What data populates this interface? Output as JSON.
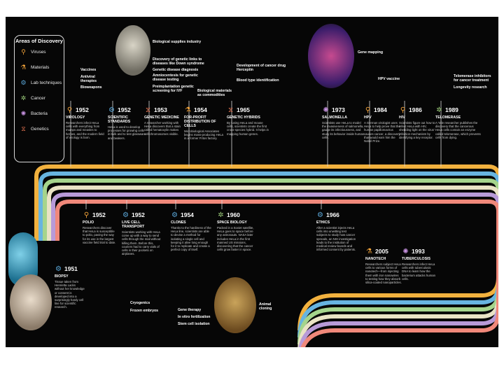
{
  "legend": {
    "title": "Areas of Discovery",
    "items": [
      {
        "label": "Viruses",
        "icon": "virus-icon",
        "color": "#f2a33a",
        "glyph": "⚲"
      },
      {
        "label": "Materials",
        "icon": "flask-icon",
        "color": "#f2a33a",
        "glyph": "⚗"
      },
      {
        "label": "Lab techniques",
        "icon": "microscope-icon",
        "color": "#5aa7d8",
        "glyph": "⚙"
      },
      {
        "label": "Cancer",
        "icon": "cell-icon",
        "color": "#9ccc7a",
        "glyph": "✲"
      },
      {
        "label": "Bacteria",
        "icon": "bacteria-icon",
        "color": "#c792e0",
        "glyph": "✺"
      },
      {
        "label": "Genetics",
        "icon": "dna-icon",
        "color": "#f07a55",
        "glyph": "⧖"
      }
    ]
  },
  "track_colors": [
    "#f2b13e",
    "#67b4e0",
    "#a5d48c",
    "#e9e3c5",
    "#b89ad8",
    "#f0887a"
  ],
  "events_top": [
    {
      "year": "1952",
      "title": "Virology",
      "text": "Researchers infect HeLa cells with everything from mumps and measles to herpes, and the modern field of virology is born.",
      "color": "#f2a33a",
      "glyph": "⚲",
      "icon": "virus-icon"
    },
    {
      "year": "1952",
      "title": "Scientific Standards",
      "text": "HeLa is used to develop processes for growing cells in bulk and to test glassware and beakers.",
      "color": "#5aa7d8",
      "glyph": "⚙",
      "icon": "microscope-icon"
    },
    {
      "year": "1953",
      "title": "Genetic Medicine",
      "text": "A researcher working with HeLa discovers that a stain called hematoxylin makes cell chromosomes visible.",
      "color": "#f07a55",
      "glyph": "⧖",
      "icon": "dna-icon"
    },
    {
      "year": "1954",
      "title": "For-Profit Distribution of Cells",
      "text": "Microbiological Associates begins mass-producing HeLa in a former Fritos factory.",
      "color": "#f2a33a",
      "glyph": "⚗",
      "icon": "flask-icon"
    },
    {
      "year": "1965",
      "title": "Genetic Hybrids",
      "text": "By fusing HeLa and mouse cells, scientists create the first cross-species hybrid. It helps in mapping human genes.",
      "color": "#f07a55",
      "glyph": "⧖",
      "icon": "dna-icon"
    },
    {
      "year": "1973",
      "title": "Salmonella",
      "text": "Scientists use HeLa to model the invasiveness of salmonella, gauge its infectiousness, and study its behavior inside human cells.",
      "color": "#c792e0",
      "glyph": "✺",
      "icon": "bacteria-icon"
    },
    {
      "year": "1984",
      "title": "HPV",
      "text": "A German virologist uses HeLa to help prove that the human papillomavirus causes cancer, a discovery that would earn him the Nobel Prize.",
      "color": "#f2a33a",
      "glyph": "⚲",
      "icon": "virus-icon"
    },
    {
      "year": "1986",
      "title": "HIV",
      "text": "Scientists figure out how to infect HeLa with HIV, shedding light on the virus' infection mechanism by identifying a key receptor.",
      "color": "#f2a33a",
      "glyph": "⚲",
      "icon": "virus-icon"
    },
    {
      "year": "1989",
      "title": "Telomerase",
      "text": "A Yale researcher publishes the discovery that the cancerous HeLa cells contain an enzyme called telomerase, which prevents cells from dying.",
      "color": "#9ccc7a",
      "glyph": "✲",
      "icon": "cell-icon"
    }
  ],
  "events_bottom": [
    {
      "year": "1951",
      "title": "Biopsy",
      "text": "Tissue taken from Henrietta Lacks without her knowledge or consent is developed into a surprisingly hardy cell line for scientific research.",
      "color": "#5aa7d8",
      "glyph": "⚙",
      "icon": "microscope-icon"
    },
    {
      "year": "1952",
      "title": "Polio",
      "text": "Researchers discover that HeLa is susceptible to polio, paving the way for its use in the largest vaccine field trial to date.",
      "color": "#f2a33a",
      "glyph": "⚲",
      "icon": "virus-icon"
    },
    {
      "year": "1952",
      "title": "Live Cell Transport",
      "text": "Scientists working with HeLa come up with a way to send cells through the mail without killing them. Before this, couriers had to carry vials of cells in their pockets on airplanes.",
      "color": "#5aa7d8",
      "glyph": "⚙",
      "icon": "microscope-icon"
    },
    {
      "year": "1954",
      "title": "Clones",
      "text": "Thanks to the hardiness of the HeLa line, scientists are able to devise a method for isolating a single cell and keeping it alive long enough for it to replicate and create a perfect copy of itself.",
      "color": "#5aa7d8",
      "glyph": "⚙",
      "icon": "microscope-icon"
    },
    {
      "year": "1960",
      "title": "Space Biology",
      "text": "Packed in a Soviet satellite, HeLa goes to space before any astronauts. NASA later includes HeLa in the first manned US missions, discovering that the cancer cells grow faster in space.",
      "color": "#9ccc7a",
      "glyph": "✲",
      "icon": "cell-icon"
    },
    {
      "year": "1966",
      "title": "Ethics",
      "text": "After a scientist injects HeLa cells into unwitting test subjects to study how cancer spreads, an NIH investigation leads to the institution of medical review boards and informed consent by patients.",
      "color": "#5aa7d8",
      "glyph": "⚙",
      "icon": "microscope-icon"
    },
    {
      "year": "2005",
      "title": "Nanotech",
      "text": "Researchers subject HeLa cells to various forms of nanotech—from injecting them with iron nanowires to testing how they absorb silica-coated nanoparticles.",
      "color": "#f2a33a",
      "glyph": "⚗",
      "icon": "flask-icon"
    },
    {
      "year": "1993",
      "title": "Tuberculosis",
      "text": "Researchers infect HeLa cells with tuberculosis DNA to learn how the bacterium attacks human cells.",
      "color": "#c792e0",
      "glyph": "✺",
      "icon": "bacteria-icon"
    }
  ],
  "annotations": {
    "vaccines": "Vaccines",
    "antiviral": "Antiviral therapies",
    "bioweapons": "Bioweapons",
    "bio_supplies": "Biological supplies industry",
    "genetic_links": "Discovery of genetic links to diseases like Down syndrome",
    "genetic_diagnosis": "Genetic disease diagnosis",
    "amniocentesis": "Amniocentesis for genetic disease testing",
    "preimplantation": "Preimplantation genetic screening for IVF",
    "bio_materials": "Biological materials as commodities",
    "herceptin": "Development of cancer drug Herceptin",
    "blood_type": "Blood type identification",
    "gene_mapping": "Gene mapping",
    "hpv_vaccine": "HPV vaccine",
    "telomerase_inhibitors": "Telomerase inhibitors for cancer treatment",
    "longevity": "Longevity research",
    "cryogenics": "Cryogenics",
    "frozen_embryos": "Frozen embryos",
    "gene_therapy": "Gene therapy",
    "ivf": "In vitro fertilization",
    "stem_cell": "Stem cell isolation",
    "animal_cloning": "Animal cloning"
  }
}
